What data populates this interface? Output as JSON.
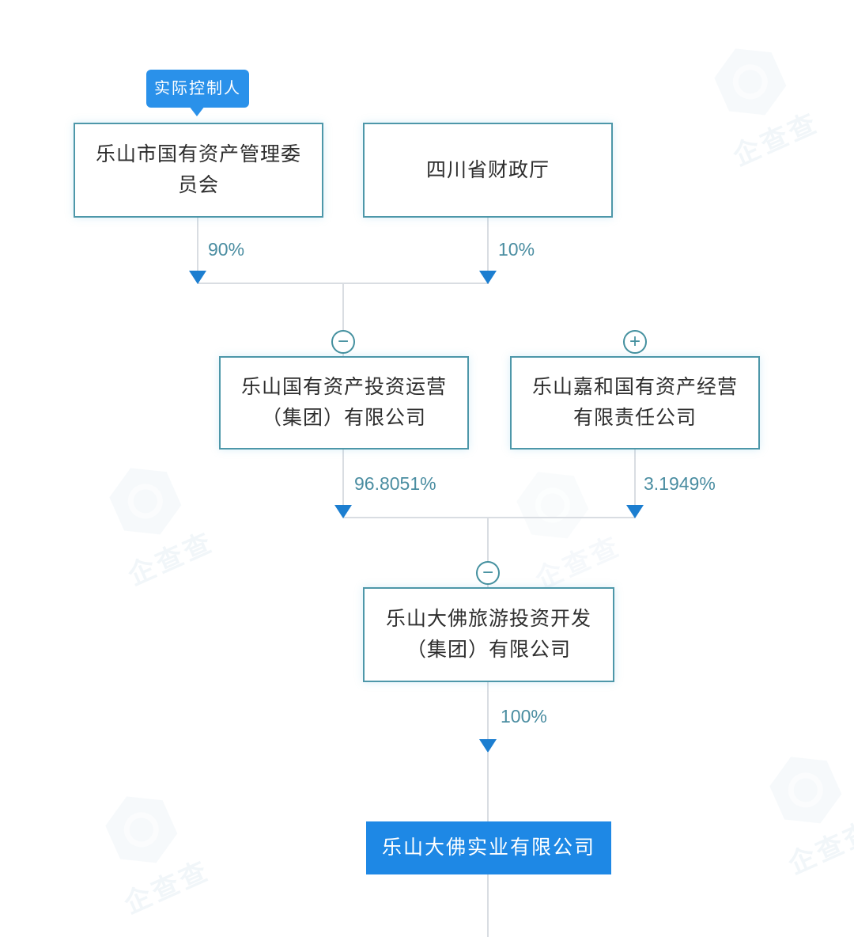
{
  "diagram": {
    "badge_label": "实际控制人",
    "nodes": [
      {
        "name": "乐山市国有资产管理委员会",
        "role": "shareholder"
      },
      {
        "name": "四川省财政厅",
        "role": "shareholder"
      },
      {
        "name": "乐山国有资产投资运营（集团）有限公司",
        "role": "intermediate",
        "expander": "collapse"
      },
      {
        "name": "乐山嘉和国有资产经营有限责任公司",
        "role": "intermediate",
        "expander": "expand"
      },
      {
        "name": "乐山大佛旅游投资开发（集团）有限公司",
        "role": "intermediate",
        "expander": "collapse"
      },
      {
        "name": "乐山大佛实业有限公司",
        "role": "focus-company",
        "highlighted": true
      }
    ],
    "edges": [
      {
        "from": "乐山市国有资产管理委员会",
        "to": "乐山国有资产投资运营（集团）有限公司",
        "percent": "90%"
      },
      {
        "from": "四川省财政厅",
        "to": "乐山国有资产投资运营（集团）有限公司",
        "percent": "10%"
      },
      {
        "from": "乐山国有资产投资运营（集团）有限公司",
        "to": "乐山大佛旅游投资开发（集团）有限公司",
        "percent": "96.8051%"
      },
      {
        "from": "乐山嘉和国有资产经营有限责任公司",
        "to": "乐山大佛旅游投资开发（集团）有限公司",
        "percent": "3.1949%"
      },
      {
        "from": "乐山大佛旅游投资开发（集团）有限公司",
        "to": "乐山大佛实业有限公司",
        "percent": "100%"
      }
    ],
    "icons": {
      "collapse": "−",
      "expand": "+"
    },
    "colors": {
      "accent_blue": "#2a91ea",
      "highlight_box_blue": "#1e88e5",
      "box_border_teal": "#4d97a9",
      "percent_text": "#4a8da1",
      "connector_line": "#d9dde2",
      "arrow_blue": "#1c7ed0",
      "node_text": "#2e2e2e"
    },
    "watermark": {
      "brand": "企查查"
    }
  }
}
